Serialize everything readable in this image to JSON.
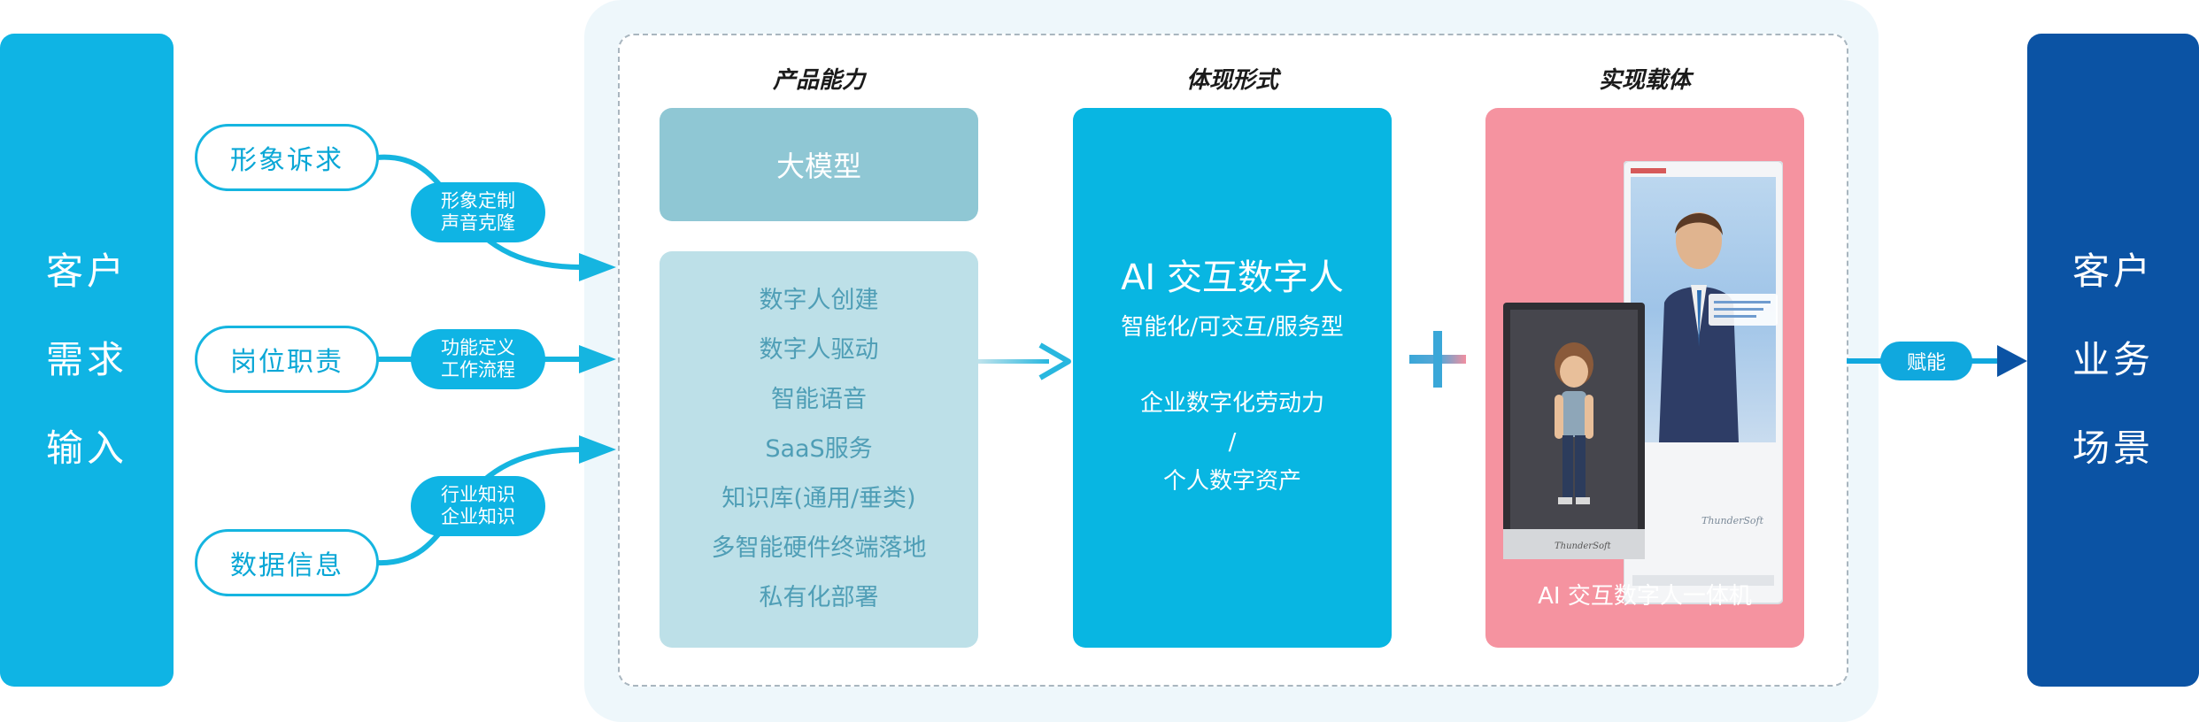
{
  "left_block": {
    "lines": [
      "客户",
      "需求",
      "输入"
    ]
  },
  "inputs": [
    {
      "label": "形象诉求",
      "detail": [
        "形象定制",
        "声音克隆"
      ]
    },
    {
      "label": "岗位职责",
      "detail": [
        "功能定义",
        "工作流程"
      ]
    },
    {
      "label": "数据信息",
      "detail": [
        "行业知识",
        "企业知识"
      ]
    }
  ],
  "columns": {
    "capability": {
      "header": "产品能力",
      "model": "大模型",
      "items": [
        "数字人创建",
        "数字人驱动",
        "智能语音",
        "SaaS服务",
        "知识库(通用/垂类)",
        "多智能硬件终端落地",
        "私有化部署"
      ]
    },
    "form": {
      "header": "体现形式",
      "title": "AI 交互数字人",
      "subtitle": "智能化/可交互/服务型",
      "lines": [
        "企业数字化劳动力",
        "/",
        "个人数字资产"
      ]
    },
    "carrier": {
      "header": "实现载体",
      "caption": "AI 交互数字人一体机",
      "brand": "ThunderSoft"
    }
  },
  "empower_label": "赋能",
  "right_block": {
    "lines": [
      "客户",
      "业务",
      "场景"
    ]
  },
  "colors": {
    "cyan": "#0fb4e4",
    "navy": "#0b53a4",
    "pink": "#f593a0",
    "teal_light": "#bde0e8"
  }
}
